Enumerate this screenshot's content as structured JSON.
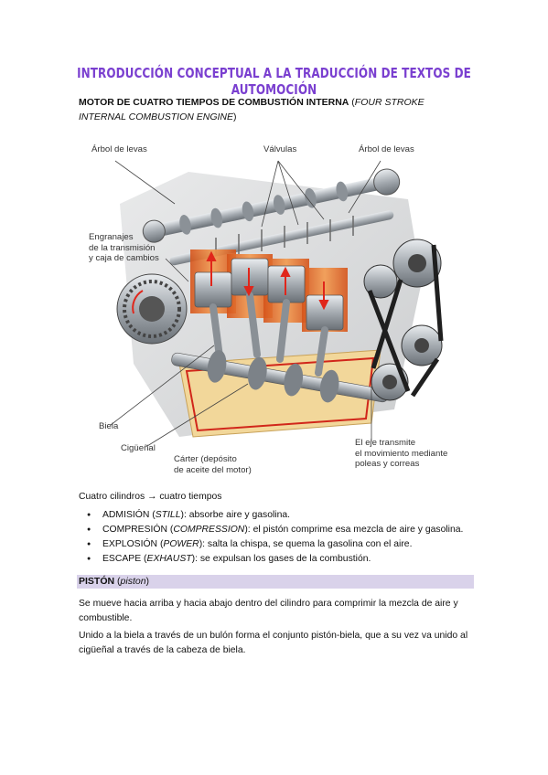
{
  "title": "INTRODUCCIÓN CONCEPTUAL A LA TRADUCCIÓN DE TEXTOS DE AUTOMOCIÓN",
  "heading": {
    "bold": "MOTOR DE CUATRO TIEMPOS DE COMBUSTIÓN INTERNA",
    "open_paren": " (",
    "italic": "FOUR STROKE INTERNAL COMBUSTION ENGINE",
    "close_paren": ")"
  },
  "figure": {
    "labels": {
      "arbol_left": "Árbol de levas",
      "valvulas": "Válvulas",
      "arbol_right": "Árbol de levas",
      "engranajes_1": "Engranajes",
      "engranajes_2": "de la transmisión",
      "engranajes_3": "y caja de cambios",
      "biela": "Biela",
      "ciguenal": "Cigüeñal",
      "carter_1": "Cárter (depósito",
      "carter_2": "de aceite del motor)",
      "eje_1": "El eje transmite",
      "eje_2": "el movimiento mediante",
      "eje_3": "poleas y correas"
    },
    "colors": {
      "cylinder": "#e8641e",
      "arrow": "#e0261b",
      "oil": "#f2d79a",
      "metal": "#9aa0a6"
    }
  },
  "intro_line": "Cuatro cilindros → cuatro tiempos",
  "strokes": [
    {
      "name": "ADMISIÓN",
      "en": "STILL",
      "desc": ": absorbe aire y gasolina."
    },
    {
      "name": "COMPRESIÓN",
      "en": "COMPRESSION",
      "desc": ": el pistón comprime esa mezcla de aire y gasolina."
    },
    {
      "name": "EXPLOSIÓN",
      "en": "POWER",
      "desc": ": salta la chispa, se quema la gasolina con el aire."
    },
    {
      "name": "ESCAPE",
      "en": "EXHAUST",
      "desc": ": se expulsan los gases de la combustión."
    }
  ],
  "piston_section": {
    "term": "PISTÓN",
    "en": "piston",
    "band_color": "#d9d2ea",
    "p1": "Se mueve hacia arriba y hacia abajo dentro del cilindro para comprimir la mezcla de aire y combustible.",
    "p2": "Unido a la biela a través de un bulón forma el conjunto pistón-biela, que a su vez va unido al cigüeñal a través de la cabeza de biela."
  }
}
